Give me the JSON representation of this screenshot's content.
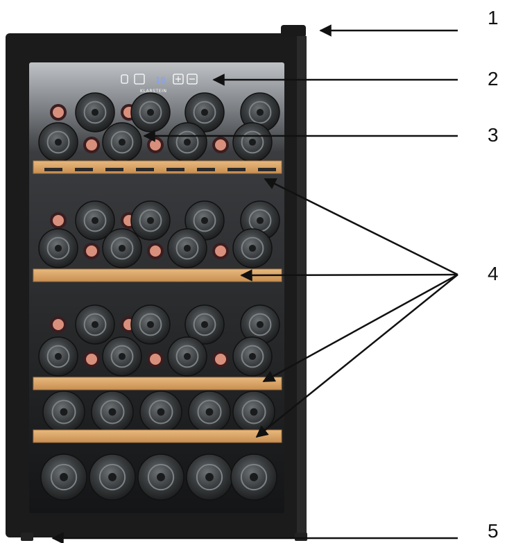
{
  "figure": {
    "callouts": [
      {
        "number": "1",
        "part": "hinge"
      },
      {
        "number": "2",
        "part": "control-panel"
      },
      {
        "number": "3",
        "part": "wine-bottles"
      },
      {
        "number": "4",
        "part": "wooden-shelves"
      },
      {
        "number": "5",
        "part": "adjustable-feet"
      }
    ],
    "control_panel": {
      "display": "10",
      "brand": "KLARSTEIN"
    },
    "colors": {
      "cabinet": "#1b1b1b",
      "glass": "#2b2c2e",
      "shelf_wood": "#d9a56a",
      "bottle_dark": "#2a2c2d",
      "cork": "#d8907c",
      "arrow": "#111111"
    },
    "icons": [
      "lock-icon",
      "light-icon",
      "plus-icon",
      "minus-icon"
    ]
  }
}
